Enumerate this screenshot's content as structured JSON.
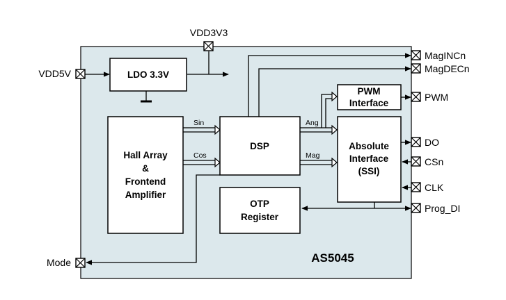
{
  "chip": {
    "name": "AS5045"
  },
  "blocks": {
    "ldo": [
      "LDO 3.3V"
    ],
    "hall": [
      "Hall Array",
      "&",
      "Frontend",
      "Amplifier"
    ],
    "dsp": [
      "DSP"
    ],
    "otp": [
      "OTP",
      "Register"
    ],
    "pwm": [
      "PWM",
      "Interface"
    ],
    "abs": [
      "Absolute",
      "Interface",
      "(SSI)"
    ]
  },
  "signals": {
    "sin": "Sin",
    "cos": "Cos",
    "ang": "Ang",
    "mag": "Mag"
  },
  "pins": {
    "vdd3v3": "VDD3V3",
    "vdd5v": "VDD5V",
    "mode": "Mode",
    "magincn": "MagINCn",
    "magdecn": "MagDECn",
    "pwm": "PWM",
    "do": "DO",
    "csn": "CSn",
    "clk": "CLK",
    "prog_di": "Prog_DI"
  }
}
